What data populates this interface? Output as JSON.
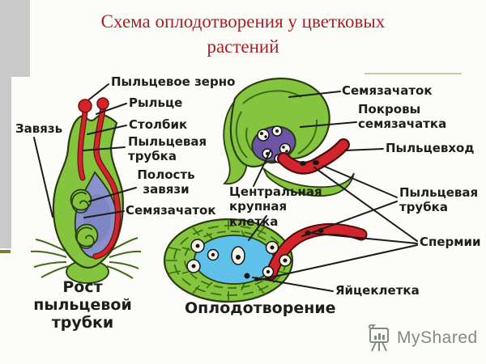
{
  "slide": {
    "title_line1": "Схема оплодотворения у цветковых",
    "title_line2": "растений"
  },
  "left_diagram": {
    "caption": "Рост пыльцевой трубки",
    "labels": {
      "pollen_grain": "Пыльцевое зерно",
      "stigma": "Рыльце",
      "ovary": "Завязь",
      "style": "Столбик",
      "pollen_tube": "Пыльцевая трубка",
      "ovary_cavity": "Полость завязи",
      "ovule": "Семязачаток"
    }
  },
  "right_diagram": {
    "caption": "Оплодотворение",
    "labels": {
      "ovule": "Семязачаток",
      "integuments": "Покровы семязачатка",
      "micropyle": "Пыльцевход",
      "central_cell": "Центральная крупная клетка",
      "pollen_tube": "Пыльцевая трубка",
      "sperm": "Спермии",
      "egg_cell": "Яйцеклетка"
    }
  },
  "watermark": {
    "text": "MyShared"
  },
  "colors": {
    "title_red": "#a82025",
    "diagram_green": "#85c43e",
    "diagram_dark_green": "#3f6b16",
    "tube_red": "#d2242a",
    "cavity_blue": "#8a92cc",
    "embryo_purple": "#6b55a4",
    "sac_blue": "#5fc0ea",
    "label_black": "#1d1d1b",
    "watermark_gray": "#7e8b86",
    "sidebar_gray": "#c9c9c9"
  }
}
